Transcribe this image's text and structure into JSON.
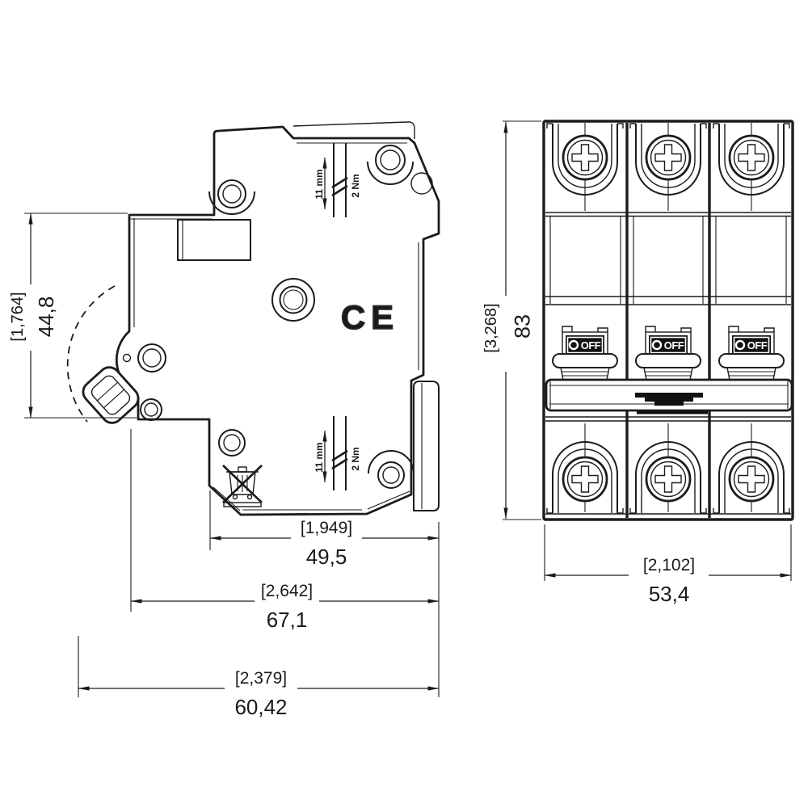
{
  "drawing": {
    "product": "3-pole miniature circuit breaker dimensional drawing"
  },
  "side_view": {
    "height": {
      "in": "[1,764]",
      "mm": "44,8"
    },
    "terminal_top": {
      "strip": "11 mm",
      "torque": "2 Nm"
    },
    "terminal_bottom": {
      "strip": "11 mm",
      "torque": "2 Nm"
    },
    "width_dims": [
      {
        "in": "[1,949]",
        "mm": "49,5"
      },
      {
        "in": "[2,642]",
        "mm": "67,1"
      },
      {
        "in": "[2,379]",
        "mm": "60,42"
      }
    ],
    "ce_mark": "CE"
  },
  "front_view": {
    "height": {
      "in": "[3,268]",
      "mm": "83"
    },
    "width": {
      "in": "[2,102]",
      "mm": "53,4"
    },
    "poles": [
      {
        "state": "OFF"
      },
      {
        "state": "OFF"
      },
      {
        "state": "OFF"
      }
    ]
  },
  "icons": {
    "weee": "crossed-out-wheelie-bin",
    "off_position": "circle-indicator",
    "screw": "phillips-screw"
  },
  "colors": {
    "line": "#1c1c1c",
    "background": "#ffffff",
    "indicator_bg": "#111111",
    "indicator_text": "#ffffff"
  }
}
